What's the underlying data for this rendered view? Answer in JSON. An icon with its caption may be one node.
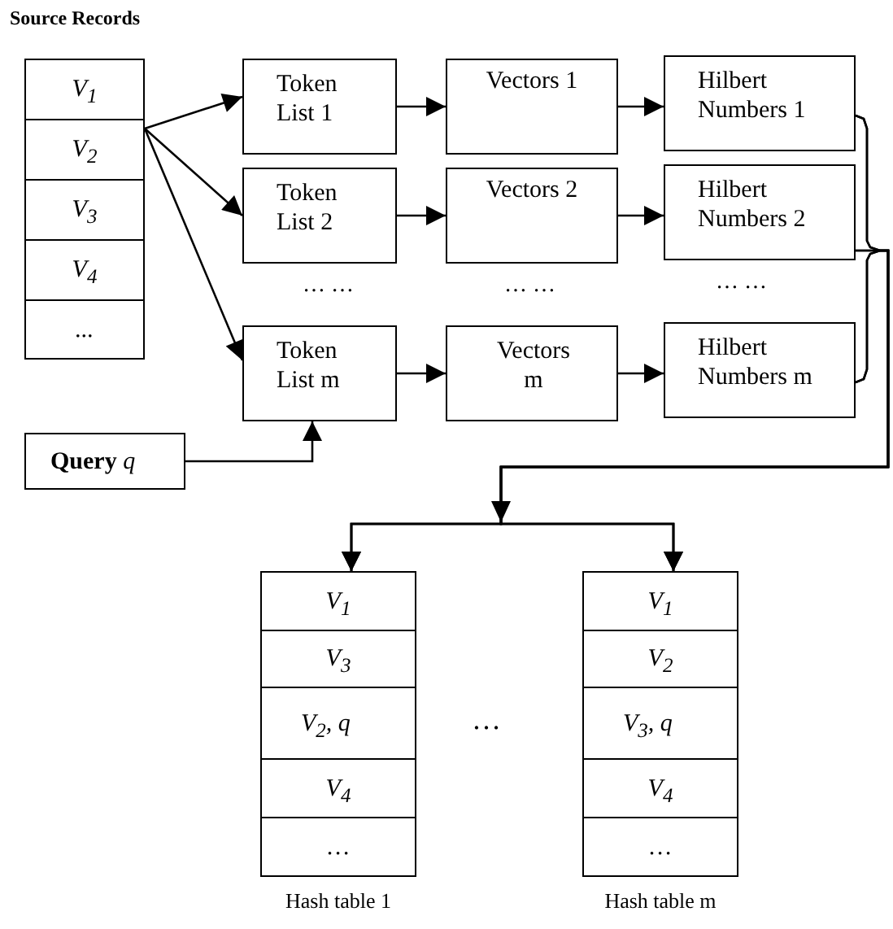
{
  "diagram": {
    "title": "Source Records",
    "nodes": [
      {
        "text": [
          "V$_{1}$"
        ]
      },
      {
        "text": [
          "V$_{2}$"
        ]
      },
      {
        "text": [
          "V$_{3}$"
        ]
      },
      {
        "text": [
          "V$_{4}$"
        ]
      },
      {
        "text": [
          "..."
        ]
      },
      {
        "text": [
          "Token List 1"
        ]
      },
      {
        "text": [
          "Vectors 1"
        ]
      },
      {
        "text": [
          "Hilbert Numbers 1"
        ]
      },
      {
        "text": [
          "Token List 2"
        ]
      },
      {
        "text": [
          "Vectors 2"
        ]
      },
      {
        "text": [
          "Hilbert Numbers 2"
        ]
      },
      {
        "text": [
          "Token List m"
        ]
      },
      {
        "text": [
          "Vectors m"
        ]
      },
      {
        "text": [
          "Hilbert Numbers m"
        ]
      },
      {
        "text": [
          "**Query** *q*"
        ]
      },
      {
        "text": [
          "Hash table 1"
        ]
      },
      {
        "text": [
          "V$_{1}$"
        ],
        "in": 15
      },
      {
        "text": [
          "V$_{3}$"
        ],
        "in": 15
      },
      {
        "text": [
          "V$_{2}$, q"
        ],
        "in": 15
      },
      {
        "text": [
          "V$_{4}$"
        ],
        "in": 15
      },
      {
        "text": [
          "…"
        ],
        "in": 15
      },
      {
        "text": [
          "Hash table m"
        ]
      },
      {
        "text": [
          "V$_{1}$"
        ],
        "in": 21
      },
      {
        "text": [
          "V$_{2}$"
        ],
        "in": 21
      },
      {
        "text": [
          "V$_{3}$, q"
        ],
        "in": 21
      },
      {
        "text": [
          "V$_{4}$"
        ],
        "in": 21
      },
      {
        "text": [
          "…"
        ],
        "in": 21
      }
    ],
    "edges": [
      {
        "from": 1,
        "to": 5,
        "arrow": "to"
      },
      {
        "from": 1,
        "to": 8,
        "arrow": "to"
      },
      {
        "from": 1,
        "to": 11,
        "arrow": "to"
      },
      {
        "from": 5,
        "to": 6,
        "arrow": "to"
      },
      {
        "from": 6,
        "to": 7,
        "arrow": "to"
      },
      {
        "from": 8,
        "to": 9,
        "arrow": "to"
      },
      {
        "from": 9,
        "to": 10,
        "arrow": "to"
      },
      {
        "from": 11,
        "to": 12,
        "arrow": "to"
      },
      {
        "from": 12,
        "to": 13,
        "arrow": "to"
      },
      {
        "from": 14,
        "to": 11,
        "arrow": "to"
      },
      {
        "from": 7,
        "to": 15,
        "arrow": "to"
      },
      {
        "from": 7,
        "to": 21,
        "arrow": "to"
      },
      {
        "from": 10,
        "to": 15,
        "arrow": "to"
      },
      {
        "from": 10,
        "to": 21,
        "arrow": "to"
      },
      {
        "from": 13,
        "to": 15,
        "arrow": "to"
      },
      {
        "from": 13,
        "to": 21,
        "arrow": "to"
      }
    ],
    "labels": [
      "… …",
      "… …",
      "… …",
      "…"
    ]
  }
}
